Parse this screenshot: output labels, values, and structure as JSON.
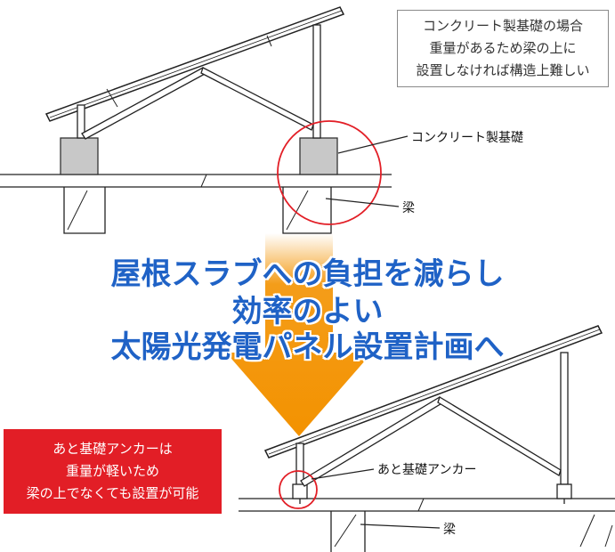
{
  "note": {
    "lines": [
      "コンクリート製基礎の場合",
      "重量があるため梁の上に",
      "設置しなければ構造上難しい"
    ]
  },
  "labels": {
    "concrete_foundation": "コンクリート製基礎",
    "beam_top": "梁",
    "anchor": "あと基礎アンカー",
    "beam_bottom": "梁"
  },
  "headline": {
    "line1": "屋根スラブへの負担を減らし",
    "line2": "効率のよい",
    "line3": "太陽光発電パネル設置計画へ"
  },
  "red_box": {
    "lines": [
      "あと基礎アンカーは",
      "重量が軽いため",
      "梁の上でなくても設置が可能"
    ]
  },
  "colors": {
    "headline_blue": "#1f62c6",
    "arrow_orange": "#f39200",
    "highlight_red": "#e21e26",
    "concrete_gray": "#c8c8c8"
  }
}
